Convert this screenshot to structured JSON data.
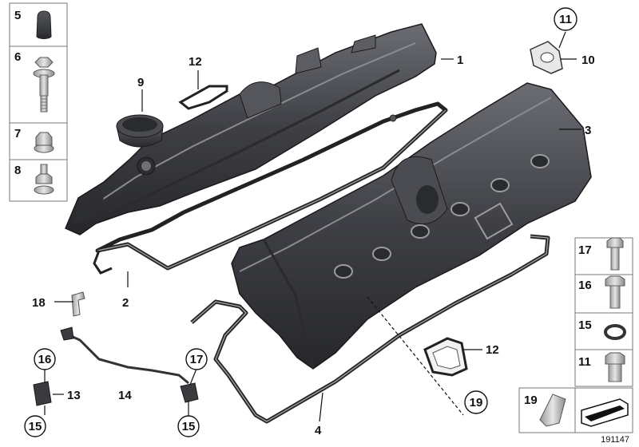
{
  "diagram": {
    "reference_number": "191147",
    "inset_left": {
      "part_numbers": [
        "5",
        "6",
        "7",
        "8"
      ]
    },
    "inset_right": {
      "part_numbers": [
        "17",
        "16",
        "15",
        "11",
        "19"
      ]
    },
    "callouts": {
      "valve_cover_left": "1",
      "gasket_left": "2",
      "valve_cover_right": "3",
      "gasket_right": "4",
      "oil_filler_cap": "9",
      "gasket_small": "10",
      "seal_top_circle": "11",
      "gasket_profile_top": "12",
      "gasket_profile_bottom": "12",
      "sensor_left": "13",
      "sensor_cable": "14",
      "circle_15_left": "15",
      "circle_15_right": "15",
      "circle_16": "16",
      "circle_17": "17",
      "bracket": "18",
      "circle_19": "19"
    },
    "colors": {
      "part_dark": "#3a3b3f",
      "part_mid": "#55575c",
      "part_light": "#7a7c82",
      "line": "#111111",
      "box_border": "#777777"
    }
  }
}
